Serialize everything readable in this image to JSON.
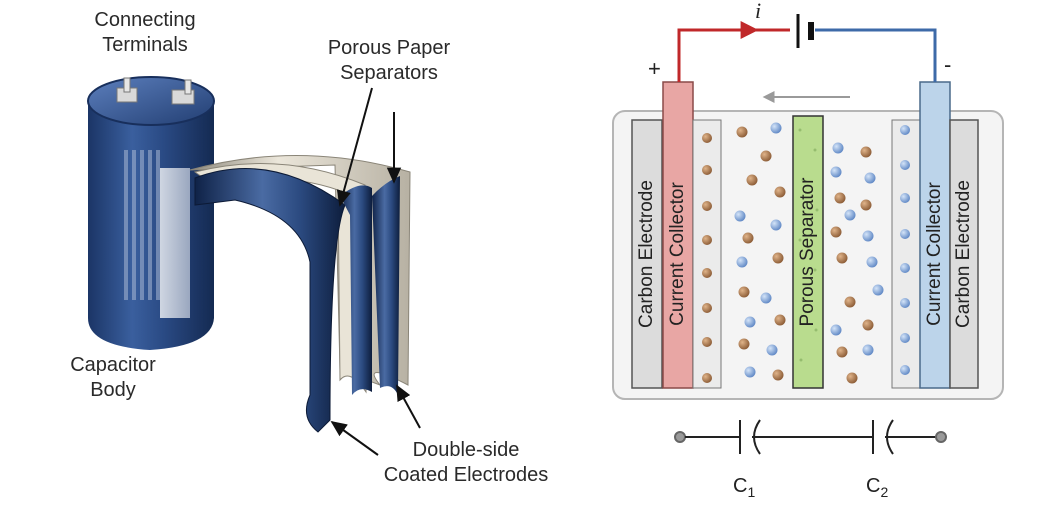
{
  "left": {
    "connecting_terminals": [
      "Connecting",
      "Terminals"
    ],
    "porous_paper_separators": [
      "Porous Paper",
      "Separators"
    ],
    "capacitor_body": [
      "Capacitor",
      "Body"
    ],
    "double_side_coated_electrodes": [
      "Double-side",
      "Coated Electrodes"
    ]
  },
  "right": {
    "current_symbol": "i",
    "plus_sign": "+",
    "minus_sign": "-",
    "carbon_electrode": "Carbon Electrode",
    "current_collector": "Current Collector",
    "porous_separator": "Porous Separator",
    "capacitor_1": {
      "base": "C",
      "sub": "1"
    },
    "capacitor_2": {
      "base": "C",
      "sub": "2"
    }
  },
  "colors": {
    "wire_positive": "#c0282a",
    "wire_negative": "#3d6aa8",
    "collector_positive": "#e8a6a4",
    "collector_negative": "#bcd4ea",
    "separator_fill": "#b9dc8e",
    "ion_brown": "#a8774e",
    "ion_blue": "#7fa6da",
    "electrode_fill": "#dcdcdc",
    "capacitor_body": "#26457a"
  }
}
